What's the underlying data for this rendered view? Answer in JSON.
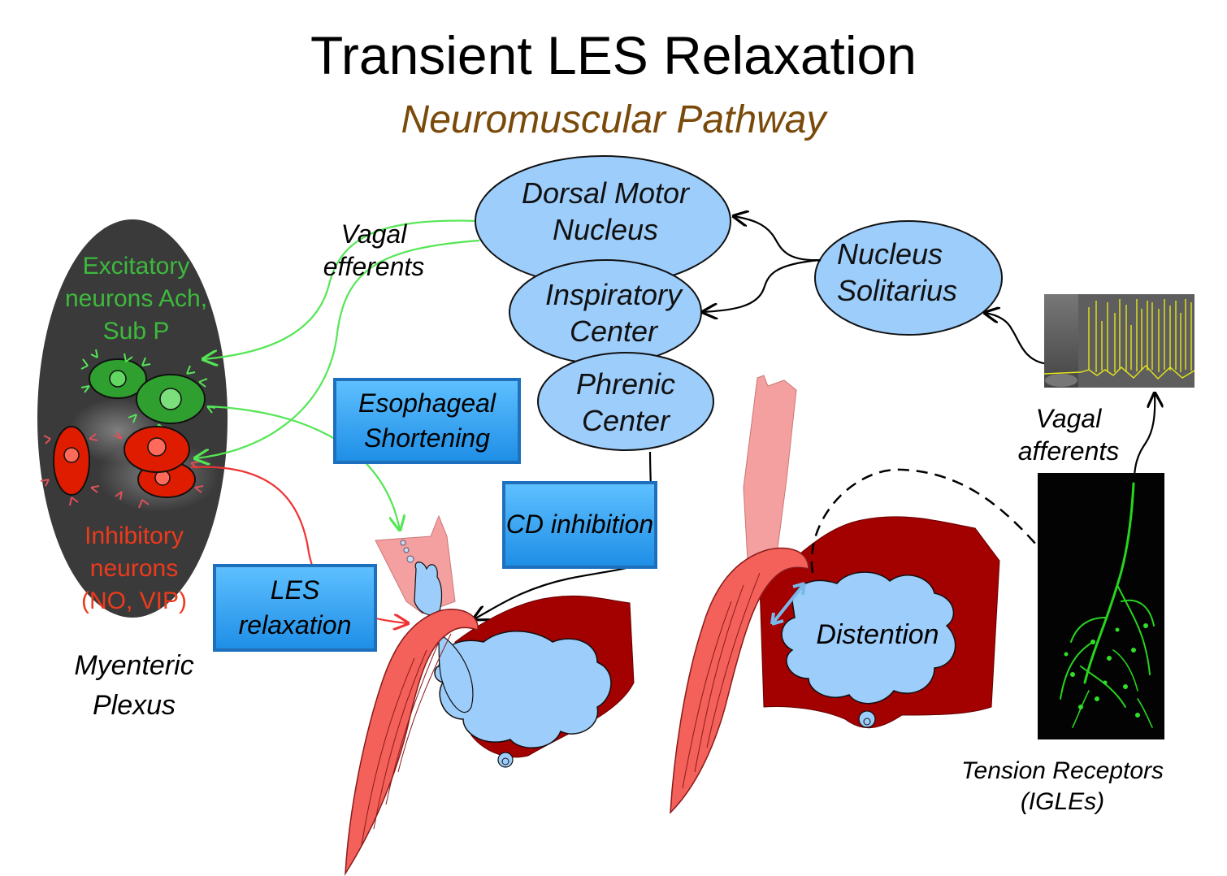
{
  "title": "Transient LES Relaxation",
  "subtitle": "Neuromuscular Pathway",
  "nodes": {
    "dorsal_motor_nucleus": "Dorsal Motor Nucleus",
    "inspiratory_center": "Inspiratory Center",
    "phrenic_center": "Phrenic Center",
    "nucleus_solitarius": "Nucleus Solitarius"
  },
  "labels": {
    "vagal_efferents": "Vagal efferents",
    "vagal_afferents": "Vagal afferents",
    "myenteric_plexus": "Myenteric Plexus",
    "tension_receptors": "Tension Receptors (IGLEs)",
    "distention": "Distention"
  },
  "plexus": {
    "excitatory": "Excitatory neurons Ach, Sub P",
    "inhibitory": "Inhibitory neurons (NO, VIP)"
  },
  "boxes": {
    "esophageal_shortening": "Esophageal Shortening",
    "cd_inhibition": "CD inhibition",
    "les_relaxation": "LES relaxation"
  },
  "colors": {
    "node_fill": "#9dcdfb",
    "box_fill": "#3aa6f5",
    "excitatory": "#3dba3d",
    "inhibitory": "#ee3a1c",
    "subtitle": "#7a4a0a",
    "stomach": "#a30000",
    "muscle": "#f4605a"
  }
}
